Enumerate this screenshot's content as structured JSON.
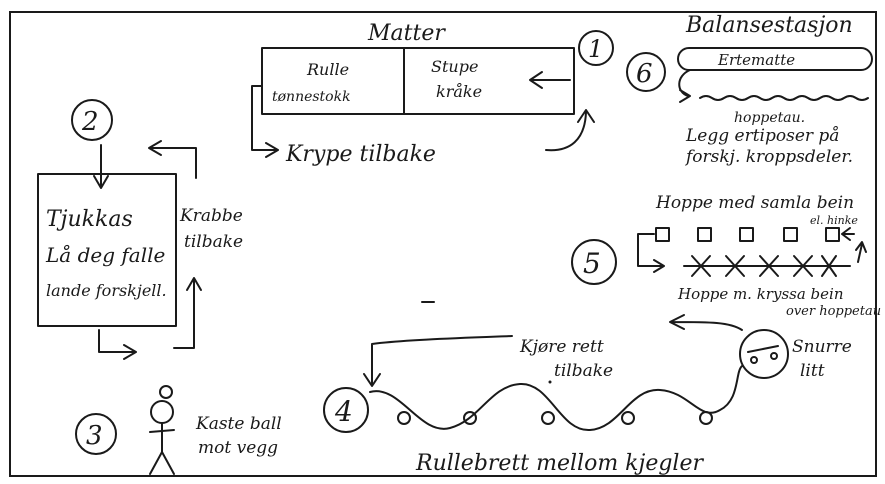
{
  "station1": {
    "number": "1",
    "title": "Matter",
    "left_box": [
      "Rulle",
      "tønnestokk"
    ],
    "right_box": [
      "Stupe",
      "kråke"
    ],
    "return_label": "Krype tilbake"
  },
  "station2": {
    "number": "2",
    "box": [
      "Tjukkas",
      "Lå deg falle",
      "lande forskjell."
    ],
    "return_label": [
      "Krabbe",
      "tilbake"
    ]
  },
  "station3": {
    "number": "3",
    "label": [
      "Kaste ball",
      "mot vegg"
    ]
  },
  "station4": {
    "number": "4",
    "path_label": "Rullebrett mellom kjegler",
    "return_label": [
      "Kjøre rett",
      "tilbake"
    ],
    "turn_label": [
      "Snurre",
      "litt"
    ]
  },
  "station5": {
    "number": "5",
    "top_label": [
      "Hoppe med samla bein",
      "el. hinke"
    ],
    "bottom_label": [
      "Hoppe m. kryssa bein",
      "over hoppetau"
    ]
  },
  "station6": {
    "number": "6",
    "title": "Balansestasjon",
    "mat_label": "Ertematte",
    "rope_label": "hoppetau.",
    "note": [
      "Legg ertiposer på",
      "forskj. kroppsdeler."
    ]
  }
}
